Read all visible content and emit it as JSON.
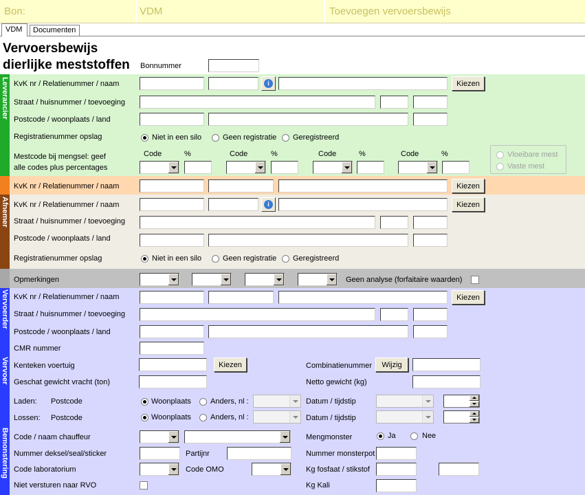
{
  "header": {
    "bon": "Bon:",
    "vdm": "VDM",
    "title": "Toevoegen vervoersbewijs"
  },
  "tabs": [
    "VDM",
    "Documenten"
  ],
  "page_title_1": "Vervoersbewijs",
  "page_title_2": "dierlijke meststoffen",
  "bonnummer_label": "Bonnummer",
  "sections": {
    "leverancier": "Leverancier",
    "afnemer": "Afnemer",
    "vervoerder": "Vervoerder",
    "vervoer": "Vervoer",
    "bemonstering": "Bemonstering"
  },
  "labels": {
    "kvk": "KvK nr / Relatienummer / naam",
    "straat": "Straat / huisnummer / toevoeging",
    "postcode": "Postcode / woonplaats / land",
    "registratie": "Registratienummer opslag",
    "mestcode_1": "Mestcode bij mengsel: geef",
    "mestcode_2": "alle codes plus percentages",
    "code": "Code",
    "pct": "%",
    "opmerkingen": "Opmerkingen",
    "geen_analyse": "Geen analyse (forfaitaire waarden)",
    "cmr": "CMR nummer",
    "kenteken": "Kenteken voertuig",
    "gewicht": "Geschat gewicht vracht (ton)",
    "combinatienummer": "Combinatienummer",
    "netto": "Netto gewicht (kg)",
    "laden": "Laden:",
    "lossen": "Lossen:",
    "postcode_short": "Postcode",
    "woonplaats": "Woonplaats",
    "anders": "Anders, nl :",
    "datum": "Datum / tijdstip",
    "chauffeur": "Code / naam chauffeur",
    "mengmonster": "Mengmonster",
    "ja": "Ja",
    "nee": "Nee",
    "deksel": "Nummer deksel/seal/sticker",
    "partijnr": "Partijnr",
    "monsterpot": "Nummer monsterpot",
    "laboratorium": "Code laboratorium",
    "code_omo": "Code OMO",
    "fosfaat": "Kg fosfaat / stikstof",
    "niet_versturen": "Niet versturen naar RVO",
    "kali": "Kg Kali"
  },
  "radio_options": [
    "Niet in een silo",
    "Geen registratie",
    "Geregistreerd"
  ],
  "mest_options": [
    "Vloeibare mest",
    "Vaste mest"
  ],
  "buttons": {
    "kiezen": "Kiezen",
    "wijzig": "Wijzig"
  },
  "icons": {
    "info": "i"
  },
  "colors": {
    "header": "#ffffcc",
    "leverancier": "#d8f5d0",
    "leverancier_side": "#1faa2a",
    "afnemer_head": "#ffd8b0",
    "afnemer_head_side": "#f08020",
    "afnemer": "#f0ede4",
    "afnemer_side": "#8b4513",
    "opmerkingen": "#c0c0c0",
    "vervoer": "#d8d8ff",
    "vervoer_side": "#2a3cff"
  }
}
